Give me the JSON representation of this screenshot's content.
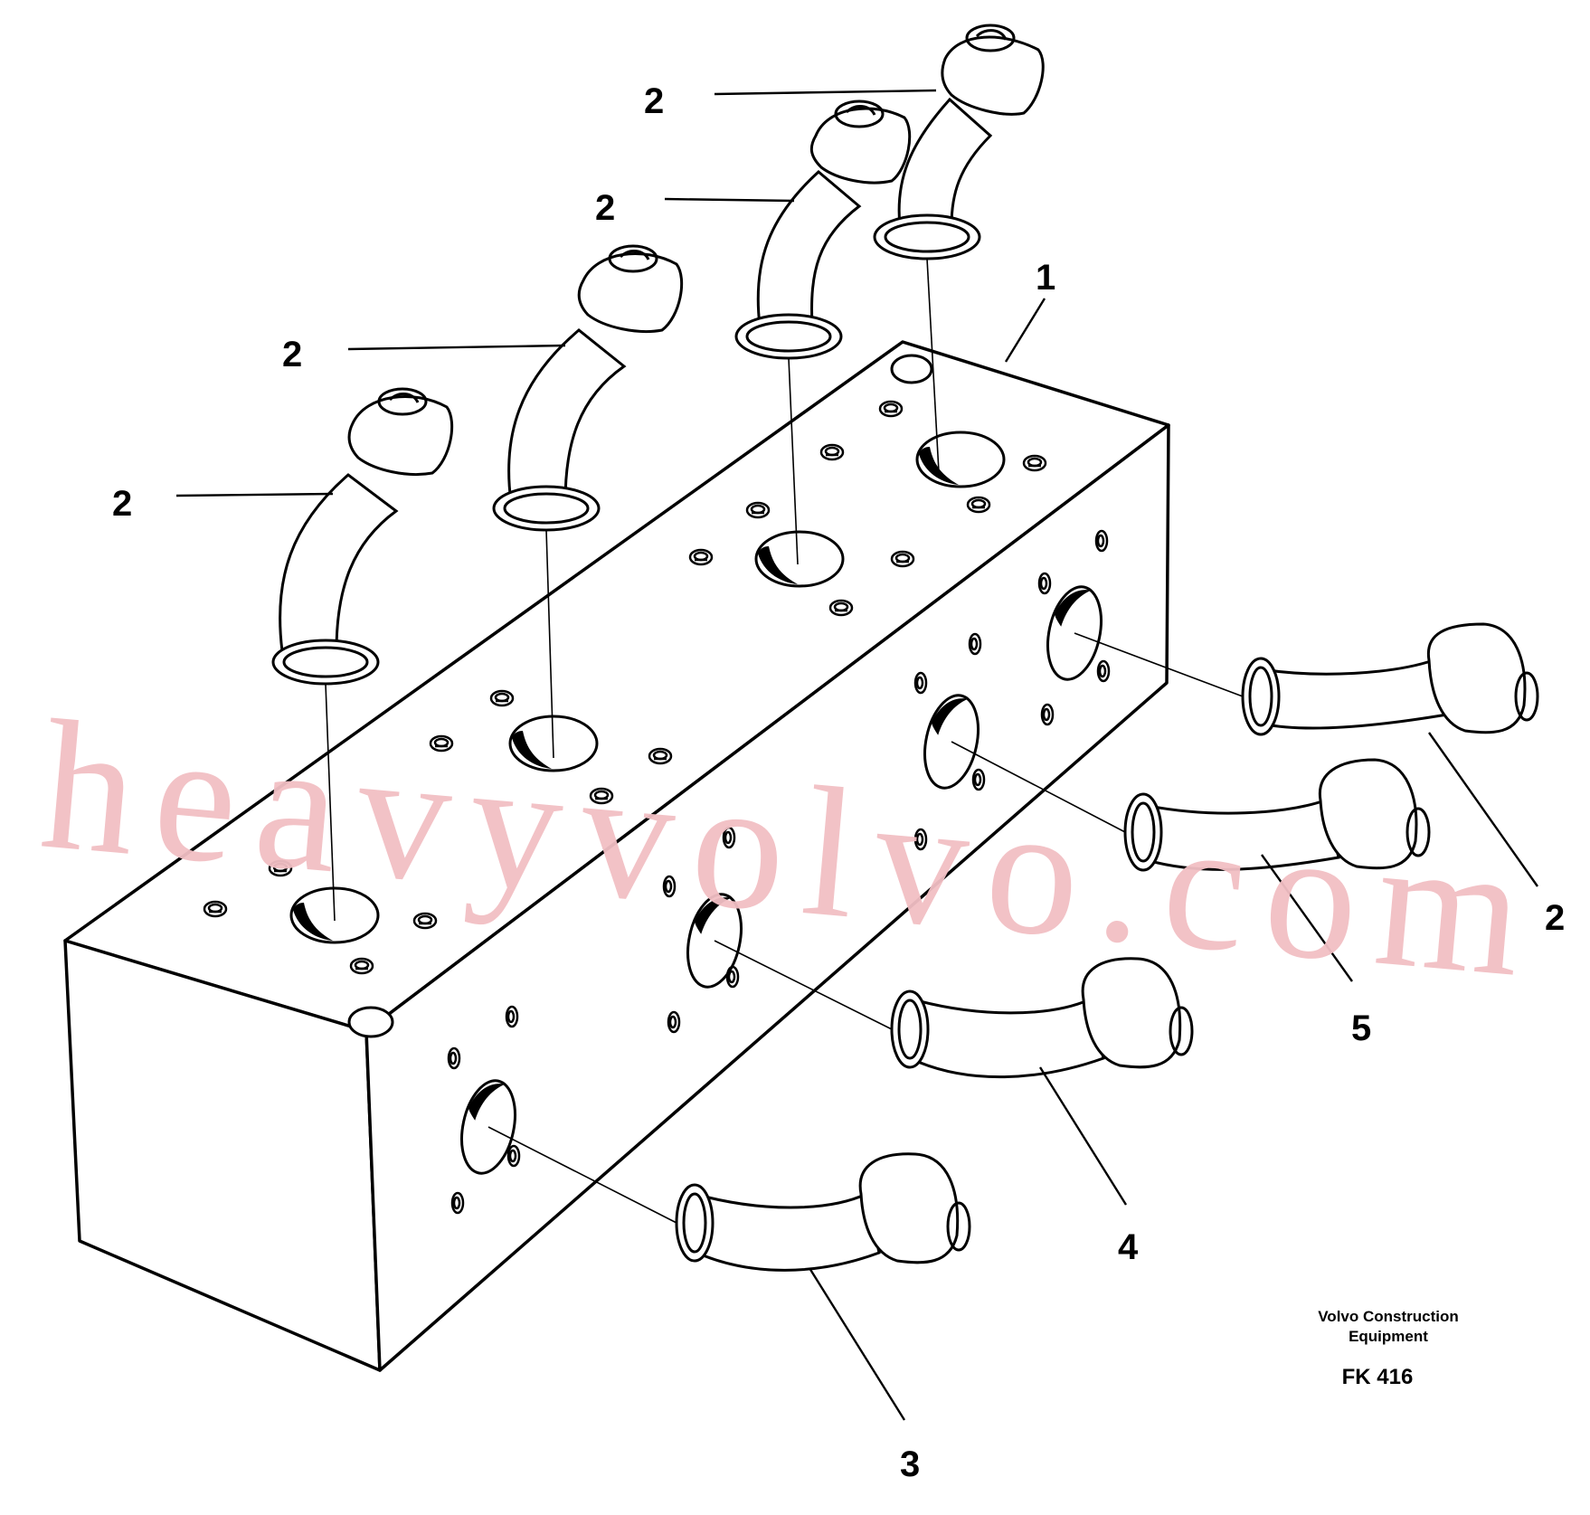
{
  "diagram": {
    "callouts": {
      "block": "1",
      "elbow_top_a": "2",
      "elbow_top_b": "2",
      "elbow_top_c": "2",
      "elbow_top_d": "2",
      "elbow_side_right": "2",
      "elbow_side_3": "3",
      "elbow_side_4": "4",
      "elbow_side_5": "5"
    },
    "caption": {
      "brand_line1": "Volvo Construction",
      "brand_line2": "Equipment",
      "figure_code": "FK 416"
    },
    "watermark": "heavyvolvo.com"
  },
  "colors": {
    "line": "#000000",
    "watermark": "#f2bfc4",
    "background": "#ffffff"
  }
}
